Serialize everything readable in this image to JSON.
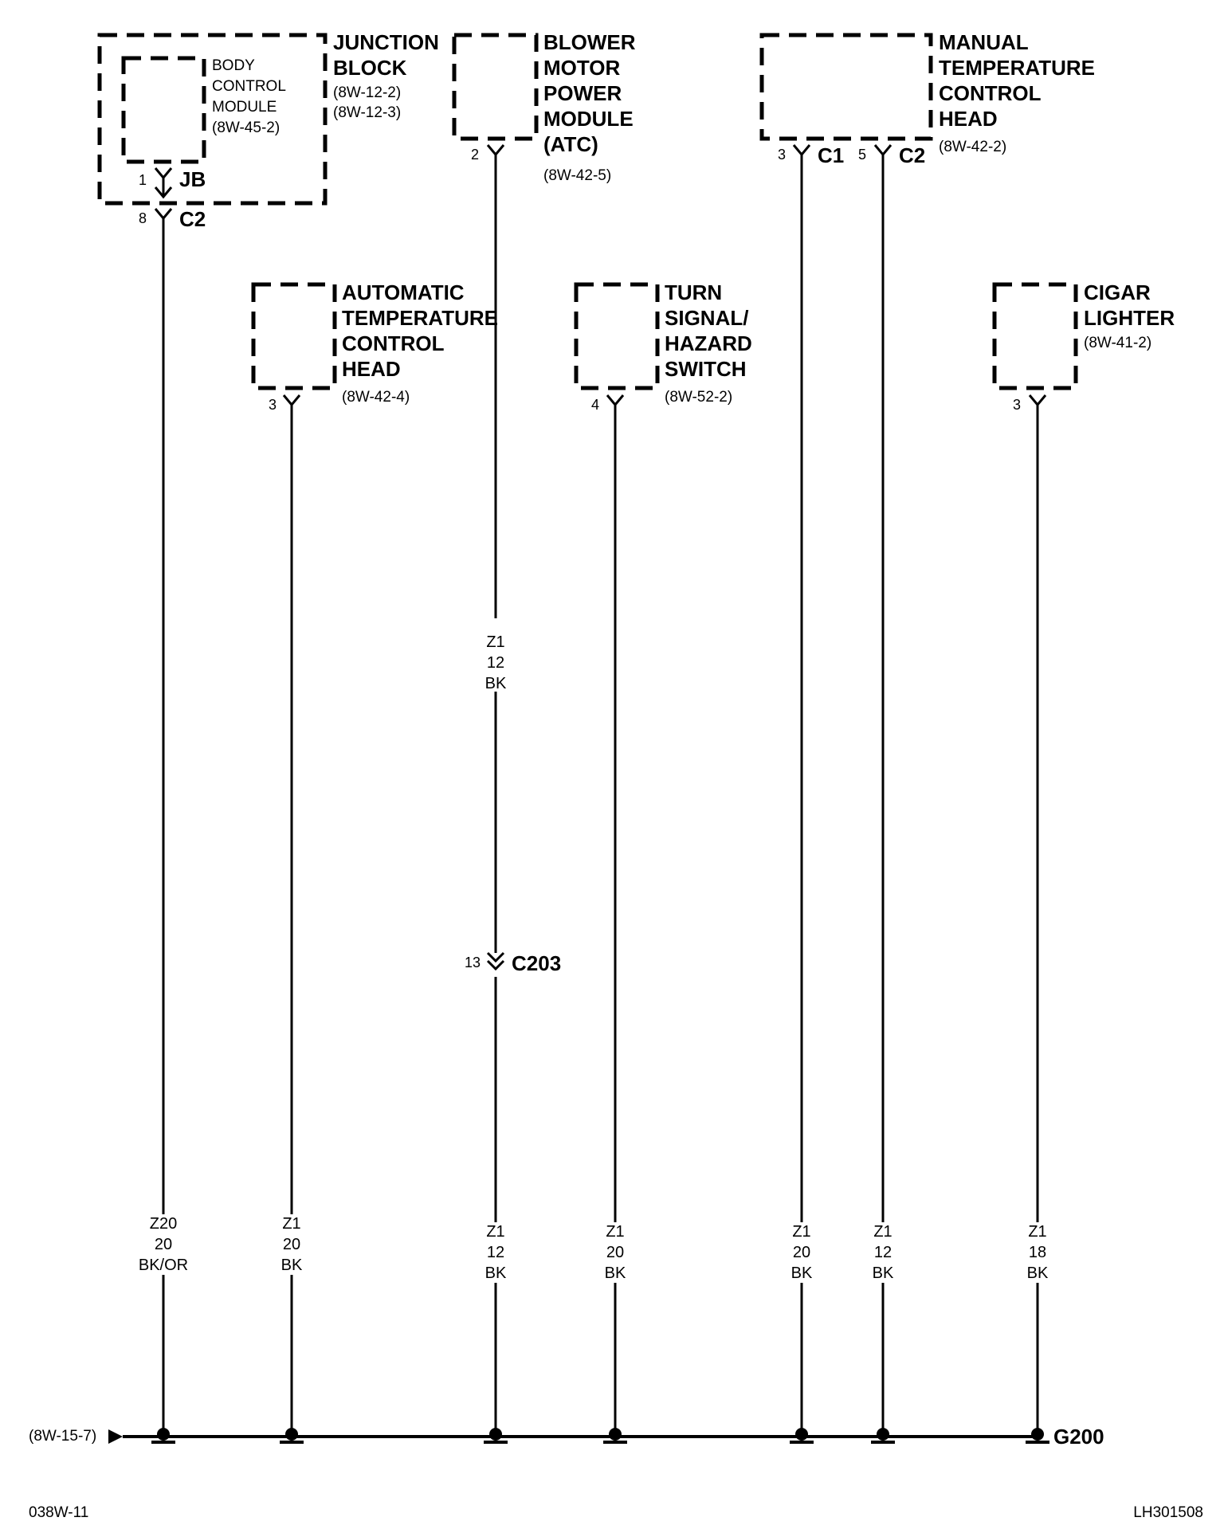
{
  "components": {
    "junction_block": {
      "name_lines": [
        "JUNCTION",
        "BLOCK"
      ],
      "refs": [
        "(8W-12-2)",
        "(8W-12-3)"
      ]
    },
    "body_control_module": {
      "name_lines": [
        "BODY",
        "CONTROL",
        "MODULE"
      ],
      "refs": [
        "(8W-45-2)"
      ]
    },
    "blower_motor_power_module": {
      "name_lines": [
        "BLOWER",
        "MOTOR",
        "POWER",
        "MODULE",
        "(ATC)"
      ],
      "refs": [
        "(8W-42-5)"
      ]
    },
    "manual_temperature_control_head": {
      "name_lines": [
        "MANUAL",
        "TEMPERATURE",
        "CONTROL",
        "HEAD"
      ],
      "refs": [
        "(8W-42-2)"
      ]
    },
    "automatic_temperature_control_head": {
      "name_lines": [
        "AUTOMATIC",
        "TEMPERATURE",
        "CONTROL",
        "HEAD"
      ],
      "refs": [
        "(8W-42-4)"
      ]
    },
    "turn_signal_hazard_switch": {
      "name_lines": [
        "TURN",
        "SIGNAL/",
        "HAZARD",
        "SWITCH"
      ],
      "refs": [
        "(8W-52-2)"
      ]
    },
    "cigar_lighter": {
      "name_lines": [
        "CIGAR",
        "LIGHTER"
      ],
      "refs": [
        "(8W-41-2)"
      ]
    }
  },
  "connectors": {
    "bcm_jb": {
      "pin": "1",
      "label": "JB"
    },
    "jb_c2": {
      "pin": "8",
      "label": "C2"
    },
    "blower_pin": {
      "pin": "2"
    },
    "mtc_c1": {
      "pin": "3",
      "label": "C1"
    },
    "mtc_c2": {
      "pin": "5",
      "label": "C2"
    },
    "atc_pin": {
      "pin": "3"
    },
    "turn_pin": {
      "pin": "4"
    },
    "cigar_pin": {
      "pin": "3"
    },
    "c203": {
      "pin": "13",
      "label": "C203"
    }
  },
  "wires": [
    {
      "circuit": "Z20",
      "gauge": "20",
      "color": "BK/OR"
    },
    {
      "circuit": "Z1",
      "gauge": "20",
      "color": "BK"
    },
    {
      "circuit": "Z1",
      "gauge": "12",
      "color": "BK"
    },
    {
      "circuit": "Z1",
      "gauge": "20",
      "color": "BK"
    },
    {
      "circuit": "Z1",
      "gauge": "20",
      "color": "BK"
    },
    {
      "circuit": "Z1",
      "gauge": "12",
      "color": "BK"
    },
    {
      "circuit": "Z1",
      "gauge": "18",
      "color": "BK"
    }
  ],
  "blower_upper_wire": {
    "circuit": "Z1",
    "gauge": "12",
    "color": "BK"
  },
  "ground": {
    "label": "G200",
    "ref": "(8W-15-7)"
  },
  "footer": {
    "left": "038W-11",
    "right": "LH301508"
  }
}
